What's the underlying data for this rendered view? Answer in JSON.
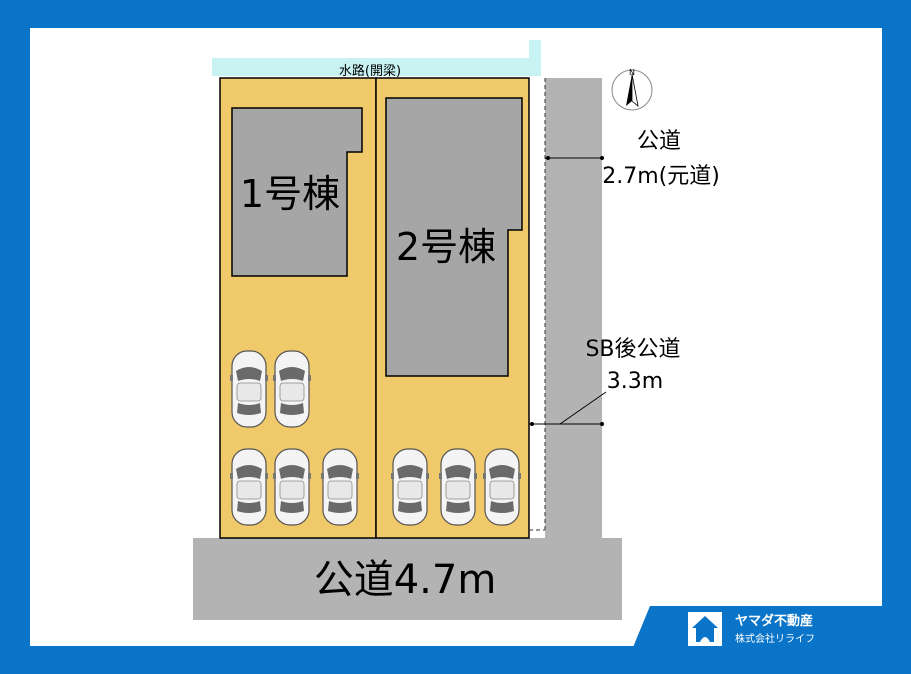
{
  "labels": {
    "waterway": "水路(開梁)",
    "building1": "1号棟",
    "building2": "2号棟",
    "road_side_name": "公道",
    "road_side_width": "2.7m(元道)",
    "road_sb_name": "SB後公道",
    "road_sb_width": "3.3m",
    "road_front": "公道4.7m",
    "north": "N"
  },
  "brand": {
    "name": "ヤマダ不動産",
    "company": "株式会社リライフ"
  },
  "colors": {
    "frame": "#0a74c9",
    "lot": "#f0c96a",
    "building": "#a6a6a6",
    "road": "#b3b3b3",
    "water": "#c9f3f3"
  }
}
